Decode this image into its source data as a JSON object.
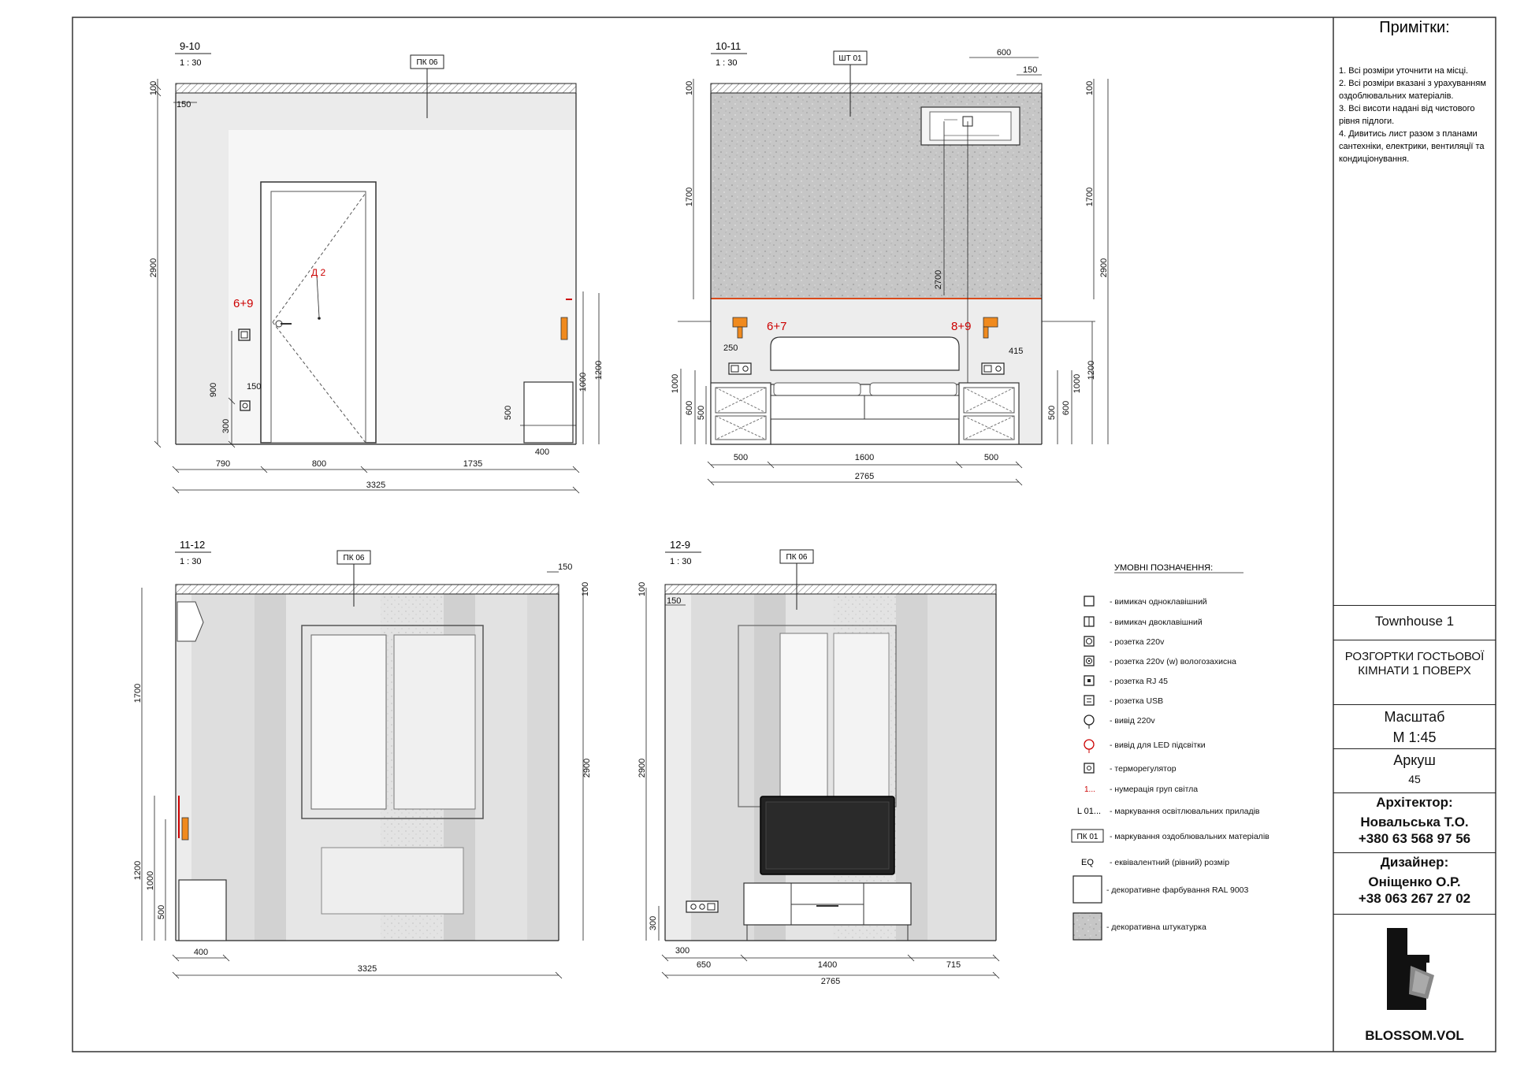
{
  "elevations": {
    "e1": {
      "id": "9-10",
      "scale": "1 : 30",
      "tag": "ПК 06",
      "door": "Д 2",
      "group_a": "6+9",
      "dims": {
        "d100": "100",
        "d150": "150",
        "d2900": "2900",
        "d900": "900",
        "d300": "300",
        "d150b": "150",
        "d500": "500",
        "d400": "400",
        "d1000": "1000",
        "d1200": "1200",
        "d790": "790",
        "d800": "800",
        "d1735": "1735",
        "d3325": "3325"
      }
    },
    "e2": {
      "id": "10-11",
      "scale": "1 : 30",
      "tag": "ШТ 01",
      "group_a": "6+7",
      "group_b": "8+9",
      "dims": {
        "d600": "600",
        "d150": "150",
        "d100": "100",
        "d100r": "100",
        "d1700": "1700",
        "d1700r": "1700",
        "d2700": "2700",
        "d2900": "2900",
        "d250": "250",
        "d415": "415",
        "d1000": "1000",
        "d600l": "600",
        "d500l": "500",
        "d500r": "500",
        "d600r": "600",
        "d1000r": "1000",
        "d1200": "1200",
        "d500a": "500",
        "d1600": "1600",
        "d500b": "500",
        "d2765": "2765"
      }
    },
    "e3": {
      "id": "11-12",
      "scale": "1 : 30",
      "tag": "ПК 06",
      "dims": {
        "d150": "150",
        "d100": "100",
        "d1700": "1700",
        "d2900": "2900",
        "d1200": "1200",
        "d1000": "1000",
        "d500": "500",
        "d400": "400",
        "d3325": "3325"
      }
    },
    "e4": {
      "id": "12-9",
      "scale": "1 : 30",
      "tag": "ПК 06",
      "dims": {
        "d100": "100",
        "d150": "150",
        "d2900": "2900",
        "d300": "300",
        "d300b": "300",
        "d650": "650",
        "d1400": "1400",
        "d715": "715",
        "d2765": "2765"
      }
    }
  },
  "legend": {
    "title": "УМОВНІ ПОЗНАЧЕННЯ:",
    "items": [
      {
        "icon": "single-switch-icon",
        "label": "- вимикач одноклавішний"
      },
      {
        "icon": "double-switch-icon",
        "label": "- вимикач двоклавішний"
      },
      {
        "icon": "socket-icon",
        "label": "- розетка 220v"
      },
      {
        "icon": "socket-waterproof-icon",
        "label": "- розетка 220v (w) вологозахисна"
      },
      {
        "icon": "socket-rj45-icon",
        "label": "- розетка RJ 45"
      },
      {
        "icon": "socket-usb-icon",
        "label": "- розетка USB"
      },
      {
        "icon": "outlet-220-icon",
        "label": "- вивід 220v"
      },
      {
        "icon": "led-outlet-icon",
        "label": "- вивід для LED підсвітки"
      },
      {
        "icon": "thermostat-icon",
        "label": "- терморегулятор"
      },
      {
        "icon": "light-group-icon",
        "sym": "1...",
        "label": "- нумерація груп світла"
      },
      {
        "icon": "fixture-tag-icon",
        "sym": "L 01...",
        "label": "- маркування освітлювальних приладів"
      },
      {
        "icon": "material-tag-icon",
        "sym": "ПК 01",
        "label": "- маркування оздоблювальних матеріалів"
      },
      {
        "icon": "eq-icon",
        "sym": "EQ",
        "label": "- еквівалентний (рівний) розмір"
      },
      {
        "icon": "paint-swatch-icon",
        "label": "- декоративне фарбування RAL 9003"
      },
      {
        "icon": "plaster-swatch-icon",
        "label": "- декоративна штукатурка"
      }
    ]
  },
  "notes": {
    "title": "Примітки:",
    "items": [
      "1. Всі розміри уточнити на місці.",
      "2. Всі розміри вказані з урахуванням оздоблювальних матеріалів.",
      "3. Всі висоти надані від чистового рівня підлоги.",
      "4. Дивитись лист разом з планами сантехніки, електрики, вентиляції та кондиціонування."
    ]
  },
  "titleblock": {
    "project": "Townhouse 1",
    "sheet_title": "РОЗГОРТКИ ГОСТЬОВОЇ КІМНАТИ 1 ПОВЕРХ",
    "scale_label": "Масштаб",
    "scale_value": "М 1:45",
    "sheet_label": "Аркуш",
    "sheet_no": "45",
    "architect_label": "Архітектор:",
    "architect_name": "Новальська Т.О.",
    "architect_phone": "+380 63 568 97 56",
    "designer_label": "Дизайнер:",
    "designer_name": "Оніщенко О.Р.",
    "designer_phone": "+38 063 267 27 02",
    "brand": "BLOSSOM.VOL"
  }
}
